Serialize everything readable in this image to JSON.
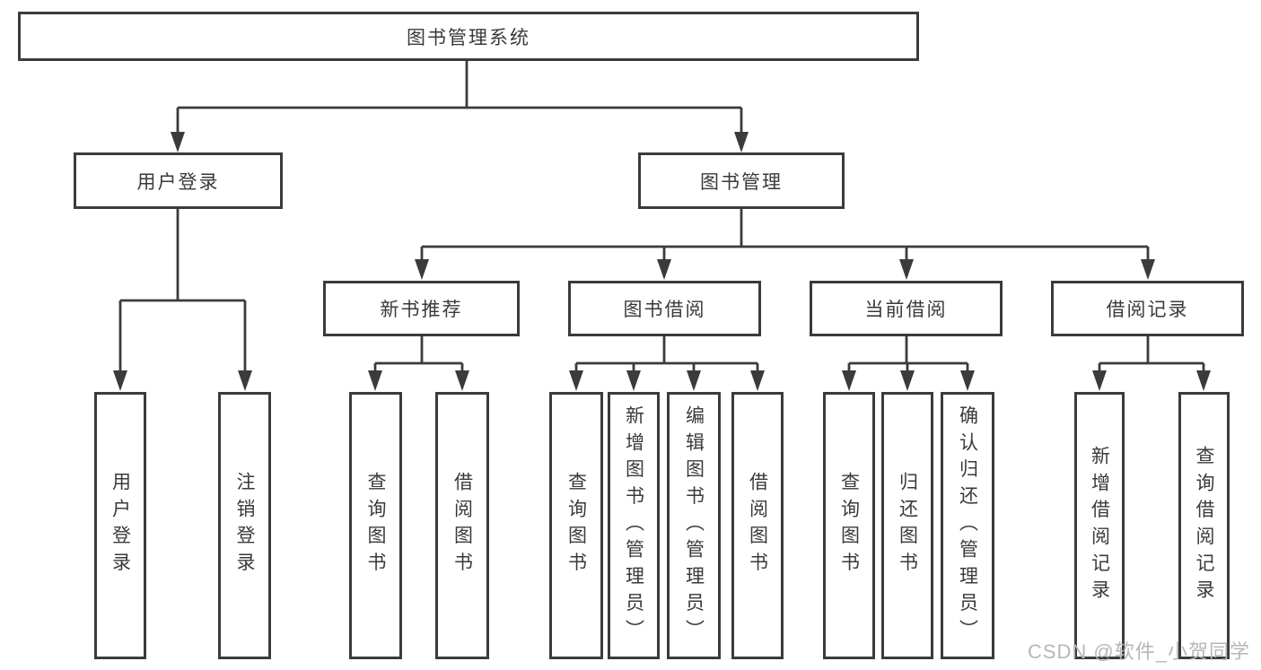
{
  "tree": {
    "root": {
      "label": "图书管理系统"
    },
    "level2": [
      {
        "label": "用户登录"
      },
      {
        "label": "图书管理"
      }
    ],
    "level3": [
      {
        "label": "新书推荐"
      },
      {
        "label": "图书借阅"
      },
      {
        "label": "当前借阅"
      },
      {
        "label": "借阅记录"
      }
    ],
    "leaves": {
      "user_login": [
        {
          "label": "用户登录"
        },
        {
          "label": "注销登录"
        }
      ],
      "new_book_recommendation": [
        {
          "label": "查询图书"
        },
        {
          "label": "借阅图书"
        }
      ],
      "book_borrowing": [
        {
          "label": "查询图书"
        },
        {
          "label": "新增图书（管理员）"
        },
        {
          "label": "编辑图书（管理员）"
        },
        {
          "label": "借阅图书"
        }
      ],
      "current_borrowing": [
        {
          "label": "查询图书"
        },
        {
          "label": "归还图书"
        },
        {
          "label": "确认归还（管理员）"
        }
      ],
      "borrowing_records": [
        {
          "label": "新增借阅记录"
        },
        {
          "label": "查询借阅记录"
        }
      ]
    }
  },
  "watermark": "CSDN @软件_小贺同学",
  "colors": {
    "line": "#3b3b3b",
    "text": "#3a3a3a",
    "watermark": "#b7b7b7",
    "background": "#ffffff"
  }
}
